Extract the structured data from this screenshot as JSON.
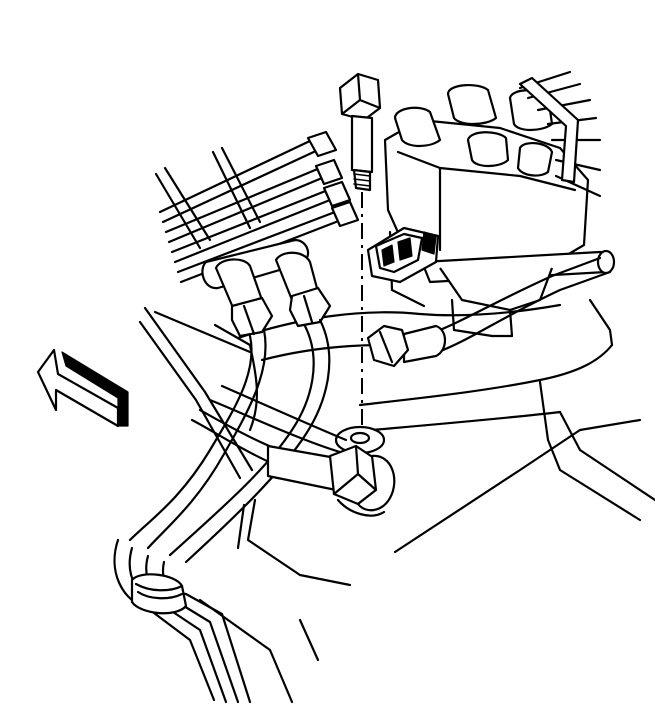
{
  "figure": {
    "background": "#ffffff",
    "line_color": "#000000",
    "components": [
      {
        "id": "bolt",
        "icon": "hex-bolt-icon"
      },
      {
        "id": "washer",
        "icon": "washer-icon"
      },
      {
        "id": "distributor-cap",
        "icon": "distributor-cap-icon"
      },
      {
        "id": "spark-plug-wires",
        "icon": "wire-bundle-icon"
      },
      {
        "id": "fuel-lines",
        "icon": "fuel-line-icon"
      },
      {
        "id": "electrical-connector",
        "icon": "connector-icon"
      },
      {
        "id": "direction-arrow",
        "icon": "arrow-left-icon"
      }
    ]
  }
}
